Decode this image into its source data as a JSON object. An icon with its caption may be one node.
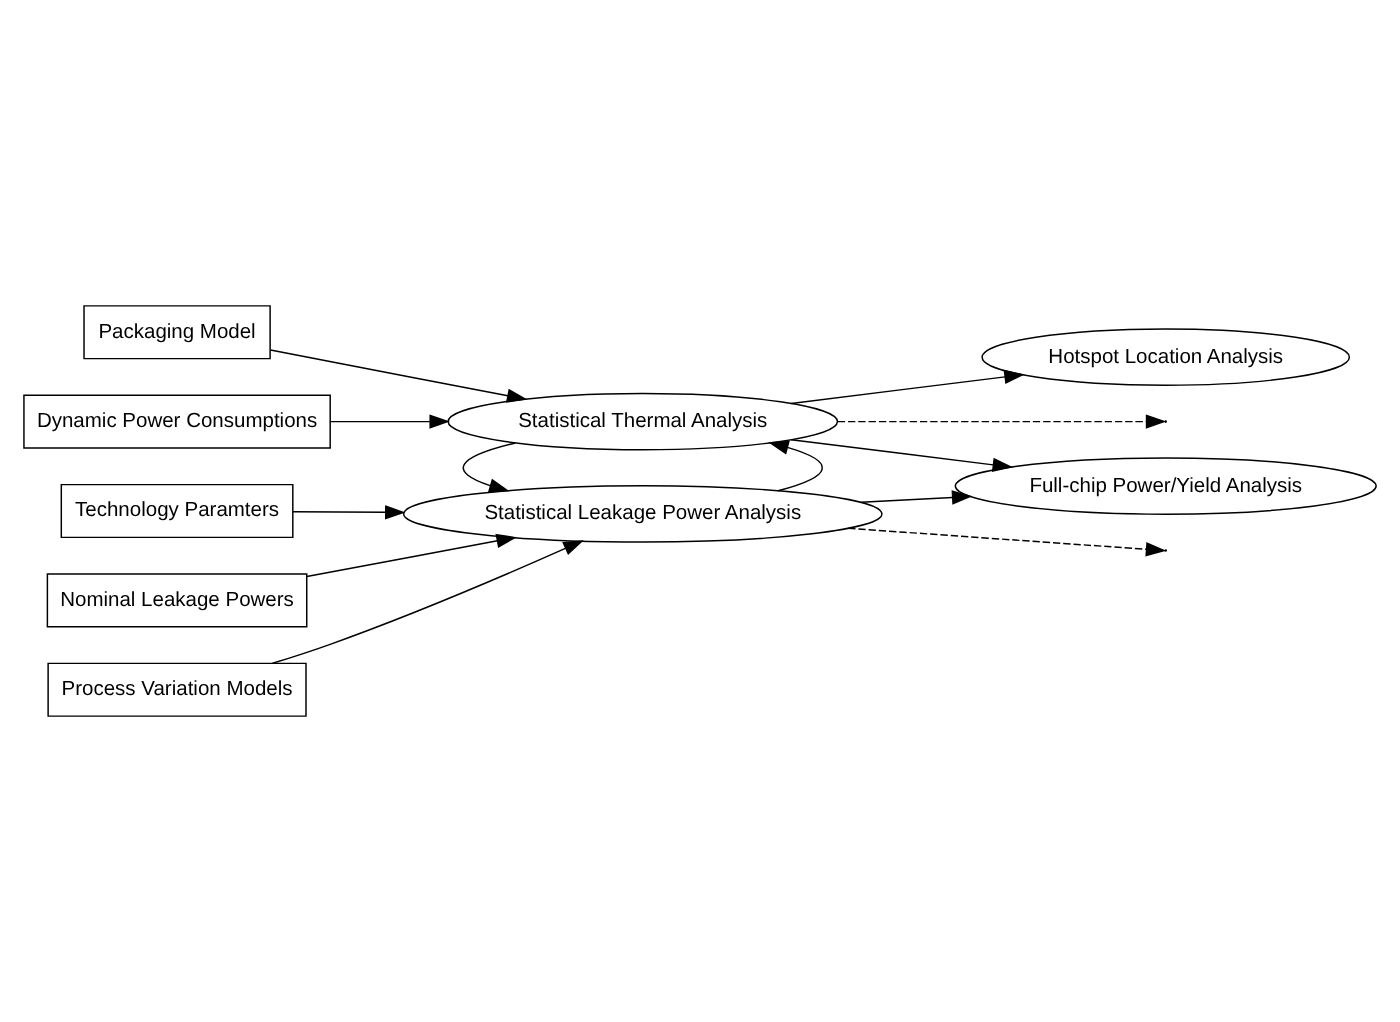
{
  "diagram": {
    "nodes": [
      {
        "text": [
          "Technology Paramters"
        ]
      },
      {
        "text": [
          "Nominal Leakage Powers"
        ]
      },
      {
        "text": [
          "Process Variation Models"
        ]
      },
      {
        "text": [
          "Statistical Leakage Power Analysis"
        ]
      },
      {
        "text": [
          "Packaging Model"
        ]
      },
      {
        "text": [
          "Statistical Thermal Analysis"
        ]
      },
      {
        "text": [
          "Full-chip Power/Yield Analysis"
        ]
      },
      {
        "text": [
          "Hotspot Location Analysis"
        ]
      },
      {
        "text": [
          "Dynamic Power Consumptions"
        ]
      }
    ],
    "edges": [
      {
        "from": 0,
        "to": 3,
        "arrow": "to"
      },
      {
        "from": 1,
        "to": 3,
        "arrow": "to"
      },
      {
        "from": 2,
        "to": 3,
        "arrow": "to"
      },
      {
        "from": 3,
        "to": 5,
        "arrow": "to"
      },
      {
        "from": 5,
        "to": 3,
        "arrow": "to"
      },
      {
        "from": 4,
        "to": 5,
        "arrow": "to"
      },
      {
        "from": 8,
        "to": 5,
        "arrow": "to"
      },
      {
        "from": 3,
        "to": 6,
        "arrow": "to"
      },
      {
        "from": 5,
        "to": 6,
        "arrow": "to"
      },
      {
        "from": 5,
        "to": 7,
        "arrow": "to"
      },
      {
        "from": 3,
        "to": null,
        "arrow": "to",
        "style": "dashed"
      },
      {
        "from": 5,
        "to": null,
        "arrow": "to",
        "style": "dashed"
      }
    ]
  }
}
